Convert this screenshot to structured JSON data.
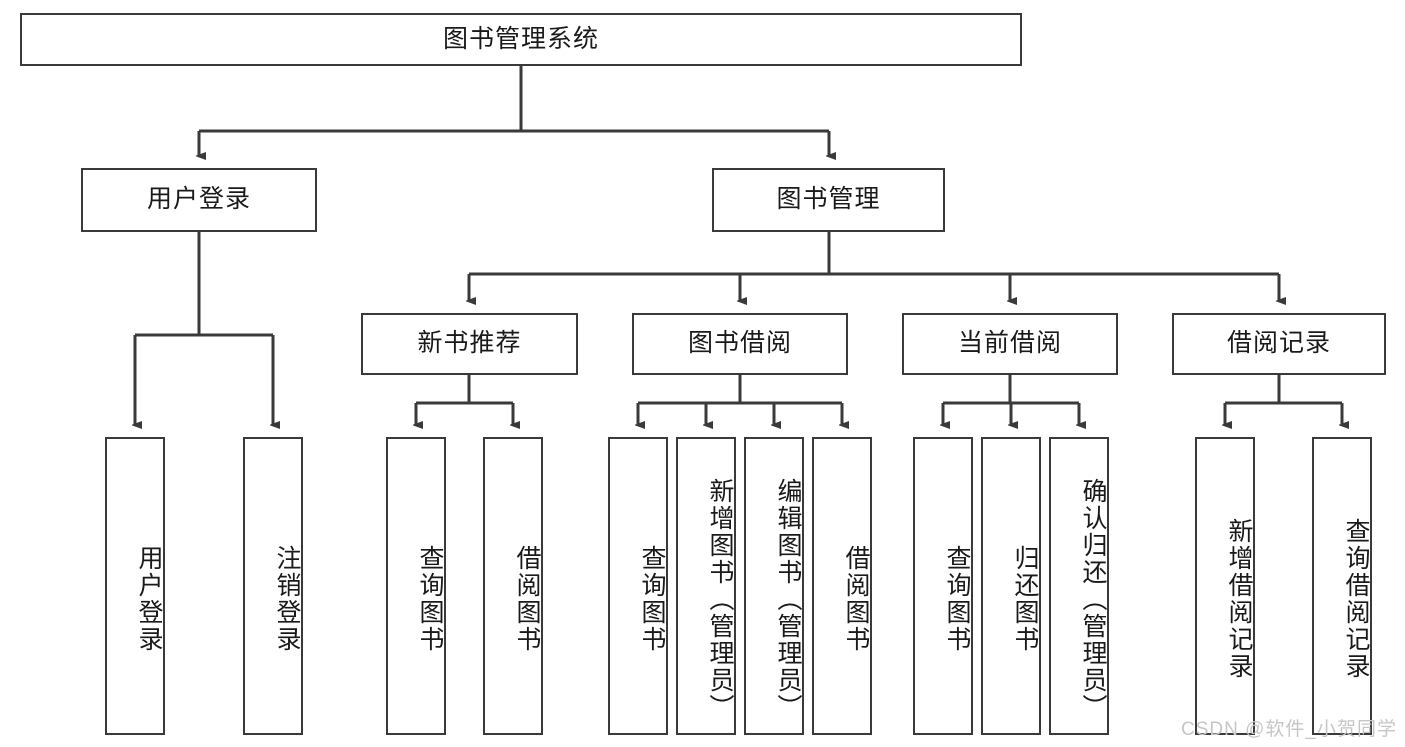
{
  "diagram": {
    "title": "图书管理系统",
    "type": "tree-structure-chart",
    "stroke_color": "#3a3a3a",
    "text_color": "#1a1a1a",
    "background": "#ffffff",
    "root": {
      "label": "图书管理系统"
    },
    "level2": [
      {
        "label": "用户登录"
      },
      {
        "label": "图书管理"
      }
    ],
    "level3": [
      {
        "label": "新书推荐"
      },
      {
        "label": "图书借阅"
      },
      {
        "label": "当前借阅"
      },
      {
        "label": "借阅记录"
      }
    ],
    "leaves": {
      "user_login": [
        {
          "label": "用户登录"
        },
        {
          "label": "注销登录"
        }
      ],
      "new_book": [
        {
          "label": "查询图书"
        },
        {
          "label": "借阅图书"
        }
      ],
      "book_borrow": [
        {
          "label": "查询图书"
        },
        {
          "label": "新增图书（管理员）"
        },
        {
          "label": "编辑图书（管理员）"
        },
        {
          "label": "借阅图书"
        }
      ],
      "current_borrow": [
        {
          "label": "查询图书"
        },
        {
          "label": "归还图书"
        },
        {
          "label": "确认归还（管理员）"
        }
      ],
      "borrow_record": [
        {
          "label": "新增借阅记录"
        },
        {
          "label": "查询借阅记录"
        }
      ]
    }
  },
  "watermark": {
    "text": "CSDN @软件_小贺同学"
  }
}
